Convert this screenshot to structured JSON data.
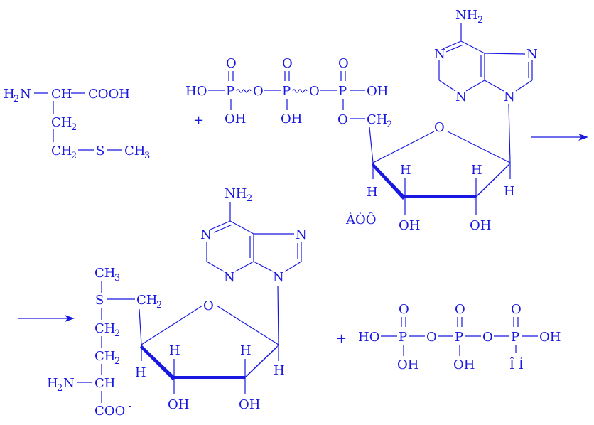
{
  "color": "#1818e0",
  "methionine": {
    "h": "H",
    "h_sub": "2",
    "n_cooh": "N",
    "ch": "CH",
    "cooh": "COOH",
    "ch_sub": "2",
    "s": "S",
    "ch3": "CH",
    "ch3_sub": "3"
  },
  "plus_1": "+",
  "atp": {
    "o": "O",
    "ho": "HO",
    "p": "P",
    "oh": "OH",
    "ch": "CH",
    "ch_sub": "2",
    "h": "H",
    "nh": "NH",
    "nh_sub": "2",
    "n": "N",
    "label": "ÀÒÔ"
  },
  "sam": {
    "ch": "CH",
    "sub3": "3",
    "sub2": "2",
    "s": "S",
    "h": "H",
    "n": "N",
    "coo": "COO",
    "minus": "-",
    "o": "O",
    "oh": "OH",
    "nh": "NH"
  },
  "plus_2": "+",
  "triphosphate": {
    "o": "O",
    "ho": "HO",
    "p": "P",
    "oh": "OH",
    "label": "Î Í"
  }
}
